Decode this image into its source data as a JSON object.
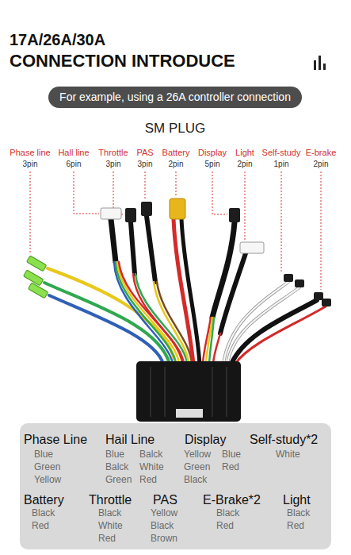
{
  "diagram": {
    "title": "CONNECTION INTRODUCE",
    "nodes": [
      {
        "text": [
          "For example, using a 26A controller connection"
        ]
      }
    ],
    "labels": [
      "17A/26A/30A",
      "SM PLUG",
      "Phase line",
      "3pin",
      "Hall line",
      "6pin",
      "Throttle",
      "3pin",
      "PAS",
      "3pin",
      "Battery",
      "2pin",
      "Display",
      "5pin",
      "Light",
      "2pin",
      "Self-study",
      "1pin",
      "E-brake",
      "2pin",
      "Phase Line",
      "Blue",
      "Green",
      "Yellow",
      "Hail Line",
      "Blue",
      "Balck",
      "Balck",
      "White",
      "Green",
      "Red",
      "Display",
      "Yellow",
      "Blue",
      "Green",
      "Red",
      "Black",
      "Self-study*2",
      "White",
      "Battery",
      "Black",
      "Red",
      "Throttle",
      "Black",
      "White",
      "Red",
      "PAS",
      "Yellow",
      "Black",
      "Brown",
      "E-Brake*2",
      "Black",
      "Red",
      "Light",
      "Black",
      "Red"
    ]
  }
}
